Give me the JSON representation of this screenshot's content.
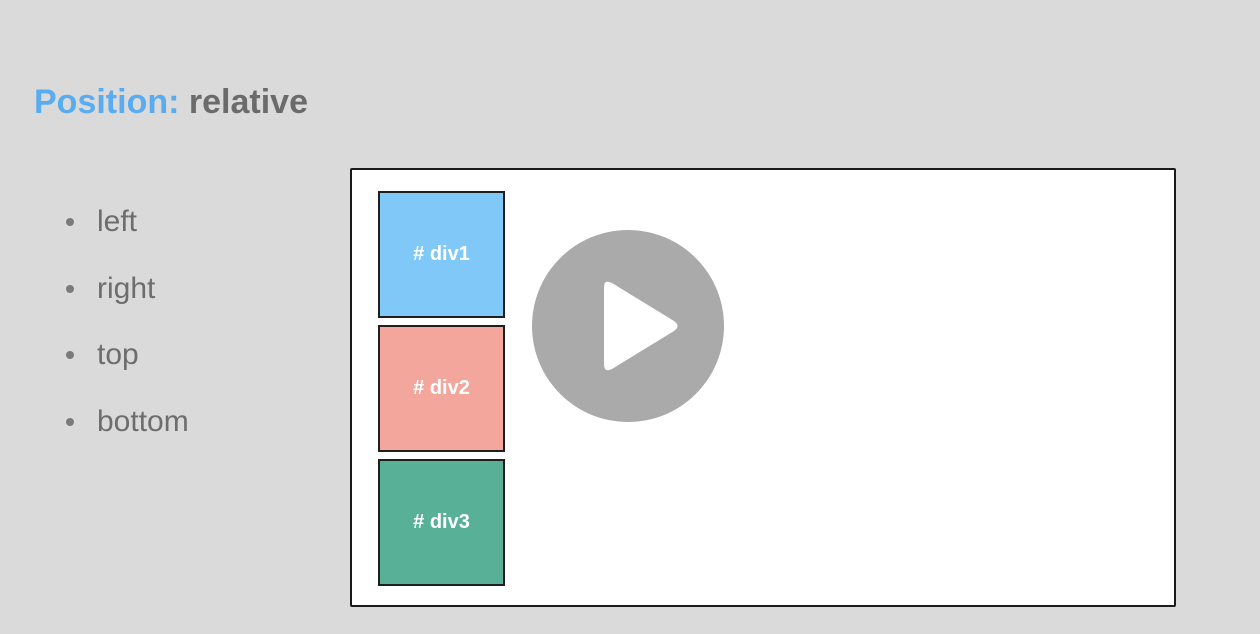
{
  "slide": {
    "title_key": "Position:",
    "title_value": "relative"
  },
  "bullets": [
    {
      "label": "left"
    },
    {
      "label": "right"
    },
    {
      "label": "top"
    },
    {
      "label": "bottom"
    }
  ],
  "demo": {
    "boxes": [
      {
        "label": "# div1",
        "color": "#80c8f8"
      },
      {
        "label": "# div2",
        "color": "#f2a69c"
      },
      {
        "label": "# div3",
        "color": "#58b197"
      }
    ],
    "play_button": {
      "icon": "play-icon",
      "color": "#aaaaaa"
    }
  },
  "colors": {
    "background": "#dadada",
    "title_accent": "#5aacf0",
    "title_text": "#6b6b6b",
    "bullet_text": "#6d6d6d"
  }
}
